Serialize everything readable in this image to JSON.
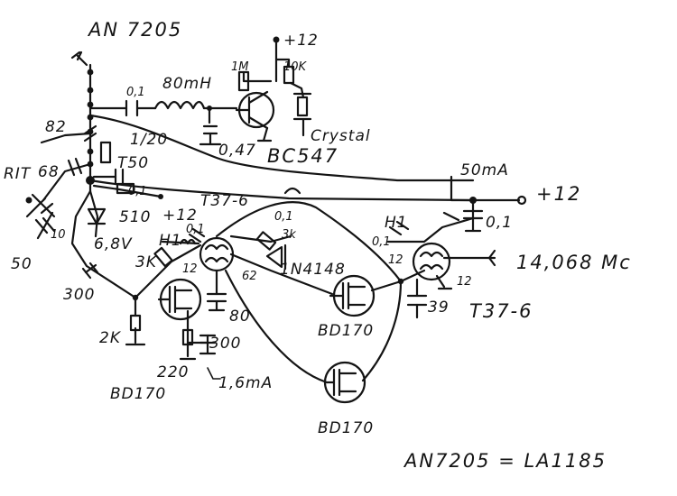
{
  "title": "AN 7205",
  "footer": "AN7205 = LA1185",
  "labels": {
    "supply_top": "+12",
    "r_1m": "1M",
    "r_10k": "10K",
    "inductor": "80mH",
    "cap_01_top": "0,1",
    "crystal": "Crystal",
    "cap_047": "0,47",
    "bc547": "BC547",
    "pin_n": "1/20",
    "c82": "82",
    "rit": "RIT",
    "c68": "68",
    "t50": "T50",
    "cap_01_left": "0,1",
    "r510": "510",
    "plus12_mid": "+12",
    "t37_top": "T37-6",
    "current_50": "50mA",
    "supply_right": "+12",
    "cap_01_right": "0,1",
    "c10": "10",
    "c50": "50",
    "zener": "6,8V",
    "h1_left": "H1",
    "cap_01_mid": "0,1",
    "r3k_left": "3K",
    "r3k_right": "3k",
    "cap_01_d": "0,1",
    "diode": "1N4148",
    "c12_mid": "12",
    "c62": "62",
    "h1_right": "H1",
    "cap_01_r2": "0,1",
    "c12_right": "12",
    "freq": "14,068 Mc",
    "c12_out": "12",
    "c300_left": "300",
    "c80": "80",
    "bd170_mid": "BD170",
    "c39": "39",
    "t37_right": "T37-6",
    "r2k": "2K",
    "c300_bottom": "300",
    "r220": "220",
    "current_16": "1,6mA",
    "bd170_left": "BD170",
    "bd170_bottom": "BD170"
  }
}
